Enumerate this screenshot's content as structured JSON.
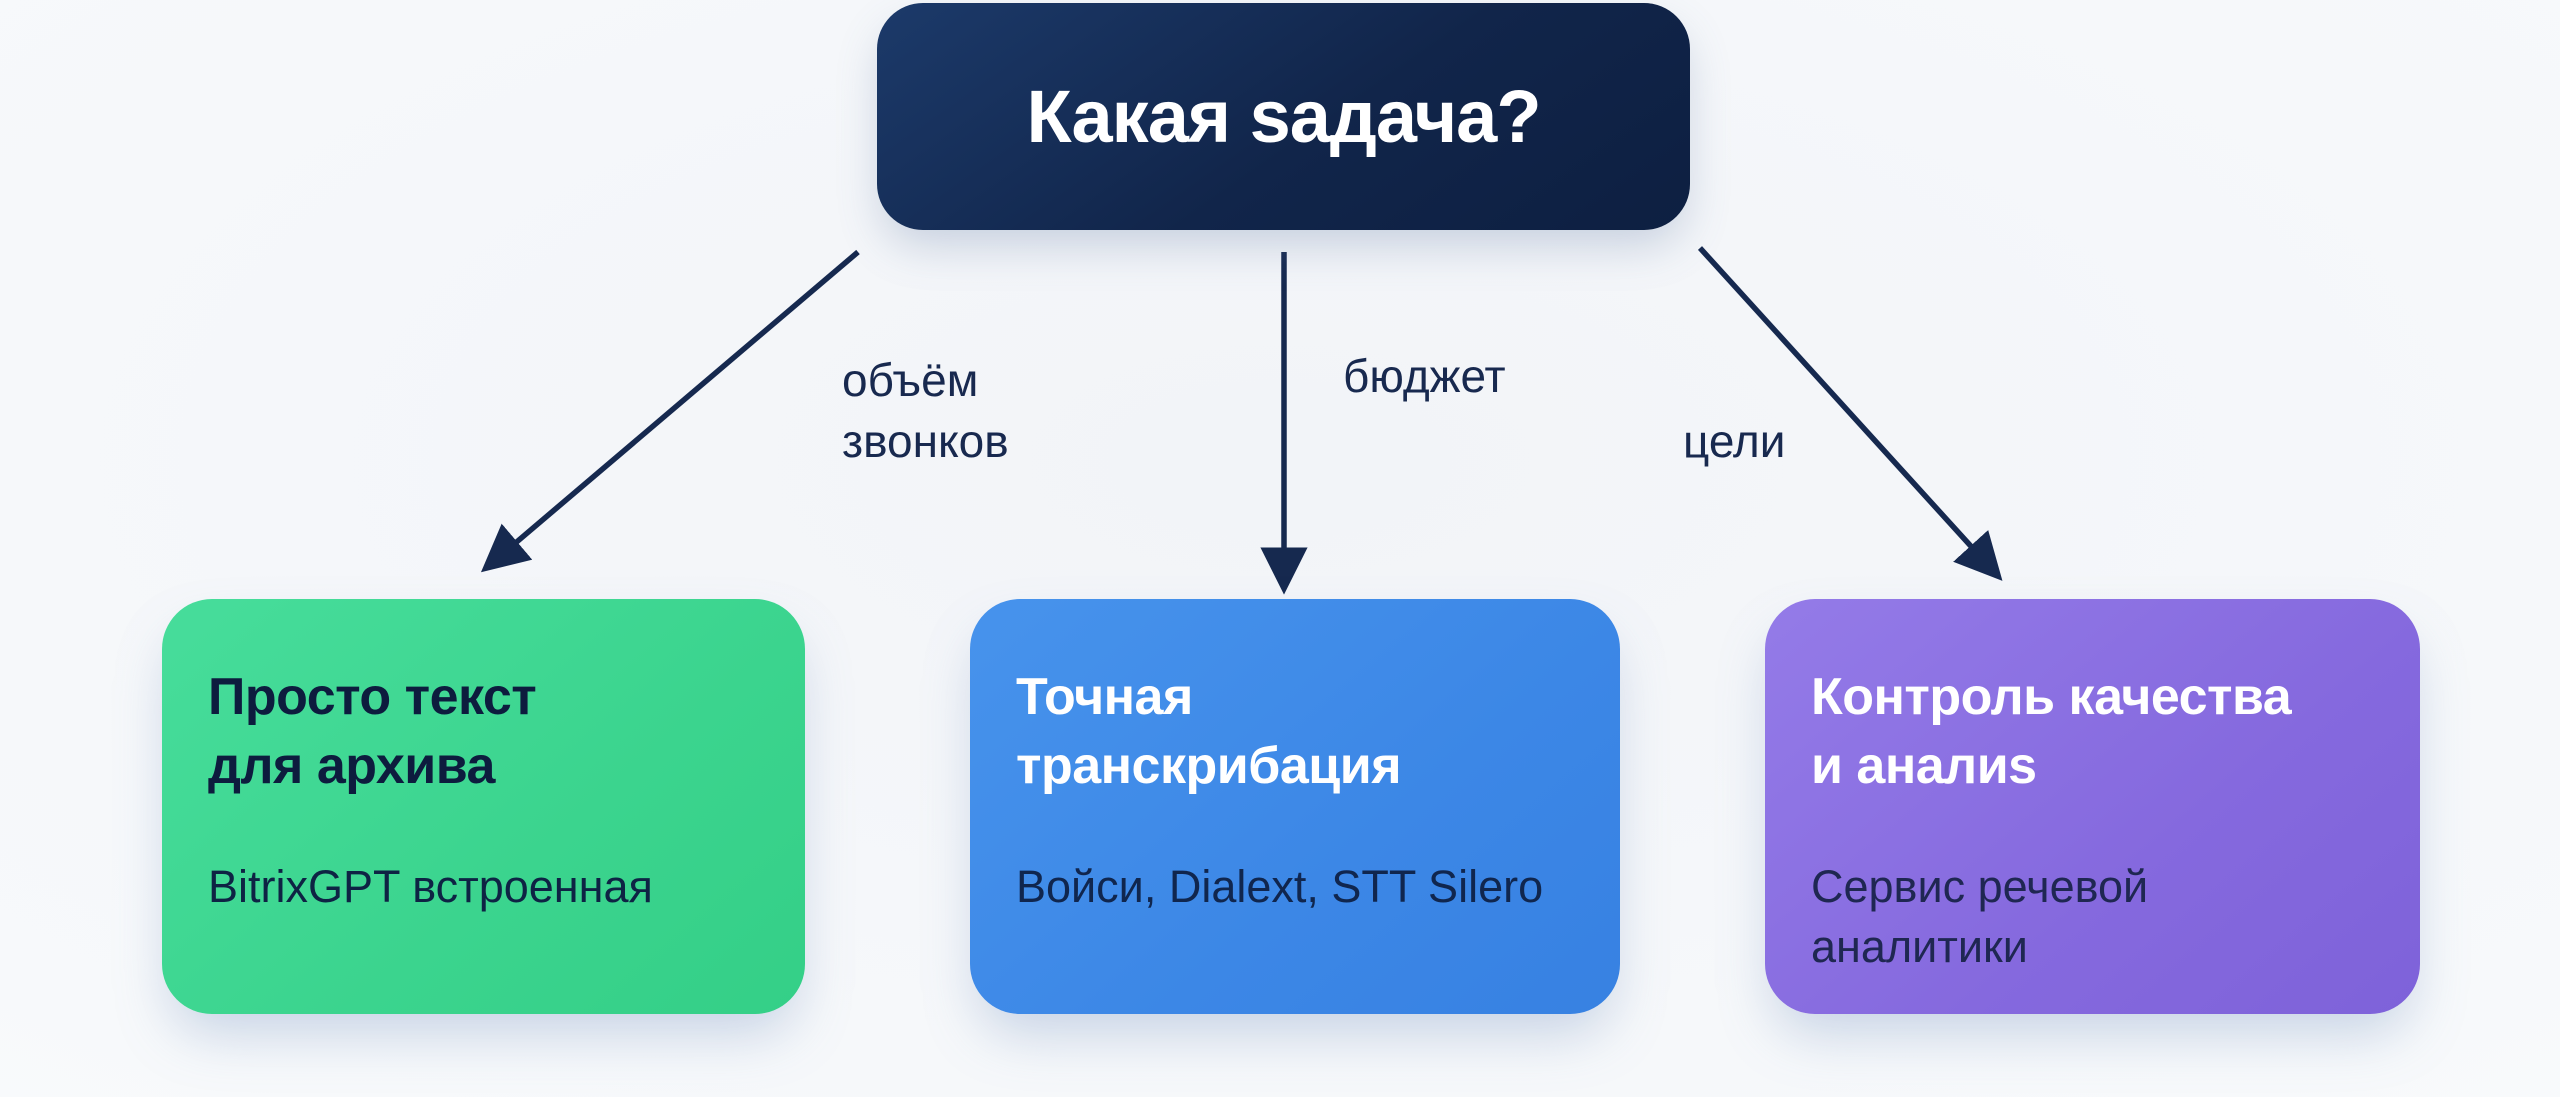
{
  "diagram": {
    "type": "flowchart",
    "root": {
      "label": "Какая sадача?"
    },
    "edges": [
      {
        "id": "volume",
        "label_lines": [
          "объём",
          "звонков"
        ]
      },
      {
        "id": "budget",
        "label_lines": [
          "бюджет"
        ]
      },
      {
        "id": "goals",
        "label_lines": [
          "цели"
        ]
      }
    ],
    "nodes": [
      {
        "id": "archive-text",
        "title_lines": [
          "Просто текст",
          "для архива"
        ],
        "subtitle_lines": [
          "BitrixGPT встроенная"
        ],
        "fill": "#3ed592",
        "title_color": "#0d1c3e",
        "subtitle_color": "#0e2344"
      },
      {
        "id": "accurate-transcription",
        "title_lines": [
          "Точная",
          "транскрибация"
        ],
        "subtitle_lines": [
          "Войси, Dialext, STT Silero"
        ],
        "fill": "#3e87e6",
        "title_color": "#ffffff",
        "subtitle_color": "#10264e"
      },
      {
        "id": "quality-control",
        "title_lines": [
          "Контроль качества",
          "и аналиs"
        ],
        "subtitle_lines": [
          "Сервис речевой",
          "аналитики"
        ],
        "fill": "#8a6ee0",
        "title_color": "#ffffff",
        "subtitle_color": "#1f2752"
      }
    ],
    "colors": {
      "root_fill": "#0f2244",
      "root_text": "#ffffff",
      "arrow": "#16294f",
      "edge_label_text": "#18294f",
      "background": "#f7f9fb"
    }
  }
}
